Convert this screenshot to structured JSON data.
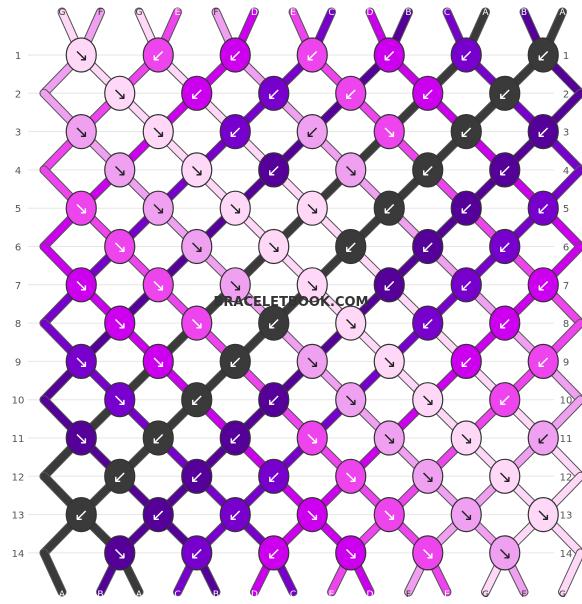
{
  "colors": {
    "A": "#3a3a3a",
    "B": "#550099",
    "C": "#7700cc",
    "D": "#cc00ee",
    "E": "#ee44ee",
    "F": "#f0a0f0",
    "G": "#ffd8f8"
  },
  "top_labels": [
    "G",
    "F",
    "G",
    "E",
    "F",
    "D",
    "E",
    "C",
    "D",
    "B",
    "C",
    "A",
    "B",
    "A"
  ],
  "bottom_labels": [
    "A",
    "B",
    "A",
    "C",
    "B",
    "D",
    "C",
    "E",
    "D",
    "F",
    "E",
    "G",
    "F",
    "G"
  ],
  "row_numbers": [
    "1",
    "2",
    "3",
    "4",
    "5",
    "6",
    "7",
    "8",
    "9",
    "10",
    "11",
    "12",
    "13",
    "14"
  ],
  "watermark": "BRACELETBOOK.COM",
  "knots": [
    [
      [
        "G",
        "↘"
      ],
      [
        "E",
        "↙"
      ],
      [
        "D",
        "↙"
      ],
      [
        "E",
        "↙"
      ],
      [
        "D",
        "↙"
      ],
      [
        "C",
        "↙"
      ],
      [
        "A",
        "↙"
      ]
    ],
    [
      [
        "G",
        "↘"
      ],
      [
        "D",
        "↙"
      ],
      [
        "C",
        "↙"
      ],
      [
        "E",
        "↙"
      ],
      [
        "D",
        "↙"
      ],
      [
        "A",
        "↙"
      ]
    ],
    [
      [
        "F",
        "↘"
      ],
      [
        "G",
        "↘"
      ],
      [
        "C",
        "↙"
      ],
      [
        "F",
        "↙"
      ],
      [
        "E",
        "↘"
      ],
      [
        "A",
        "↙"
      ],
      [
        "B",
        "↙"
      ]
    ],
    [
      [
        "F",
        "↘"
      ],
      [
        "G",
        "↘"
      ],
      [
        "B",
        "↙"
      ],
      [
        "F",
        "↘"
      ],
      [
        "A",
        "↙"
      ],
      [
        "B",
        "↙"
      ]
    ],
    [
      [
        "E",
        "↘"
      ],
      [
        "F",
        "↘"
      ],
      [
        "G",
        "↘"
      ],
      [
        "G",
        "↘"
      ],
      [
        "A",
        "↙"
      ],
      [
        "B",
        "↙"
      ],
      [
        "C",
        "↙"
      ]
    ],
    [
      [
        "E",
        "↘"
      ],
      [
        "F",
        "↘"
      ],
      [
        "G",
        "↘"
      ],
      [
        "A",
        "↙"
      ],
      [
        "B",
        "↙"
      ],
      [
        "C",
        "↙"
      ]
    ],
    [
      [
        "D",
        "↘"
      ],
      [
        "E",
        "↘"
      ],
      [
        "F",
        "↘"
      ],
      [
        "G",
        "↘"
      ],
      [
        "B",
        "↙"
      ],
      [
        "C",
        "↙"
      ],
      [
        "D",
        "↙"
      ]
    ],
    [
      [
        "D",
        "↘"
      ],
      [
        "E",
        "↘"
      ],
      [
        "A",
        "↙"
      ],
      [
        "G",
        "↘"
      ],
      [
        "C",
        "↙"
      ],
      [
        "D",
        "↙"
      ]
    ],
    [
      [
        "C",
        "↘"
      ],
      [
        "D",
        "↘"
      ],
      [
        "A",
        "↙"
      ],
      [
        "F",
        "↘"
      ],
      [
        "G",
        "↘"
      ],
      [
        "D",
        "↙"
      ],
      [
        "E",
        "↙"
      ]
    ],
    [
      [
        "C",
        "↘"
      ],
      [
        "A",
        "↙"
      ],
      [
        "B",
        "↙"
      ],
      [
        "F",
        "↘"
      ],
      [
        "G",
        "↘"
      ],
      [
        "E",
        "↙"
      ]
    ],
    [
      [
        "B",
        "↘"
      ],
      [
        "A",
        "↙"
      ],
      [
        "B",
        "↙"
      ],
      [
        "E",
        "↘"
      ],
      [
        "F",
        "↘"
      ],
      [
        "G",
        "↘"
      ],
      [
        "F",
        "↙"
      ]
    ],
    [
      [
        "A",
        "↙"
      ],
      [
        "B",
        "↙"
      ],
      [
        "C",
        "↙"
      ],
      [
        "E",
        "↘"
      ],
      [
        "F",
        "↘"
      ],
      [
        "G",
        "↘"
      ]
    ],
    [
      [
        "A",
        "↙"
      ],
      [
        "B",
        "↙"
      ],
      [
        "C",
        "↙"
      ],
      [
        "D",
        "↘"
      ],
      [
        "E",
        "↘"
      ],
      [
        "F",
        "↘"
      ],
      [
        "G",
        "↘"
      ]
    ],
    [
      [
        "B",
        "↘"
      ],
      [
        "C",
        "↙"
      ],
      [
        "D",
        "↙"
      ],
      [
        "D",
        "↘"
      ],
      [
        "E",
        "↘"
      ],
      [
        "F",
        "↘"
      ]
    ]
  ]
}
